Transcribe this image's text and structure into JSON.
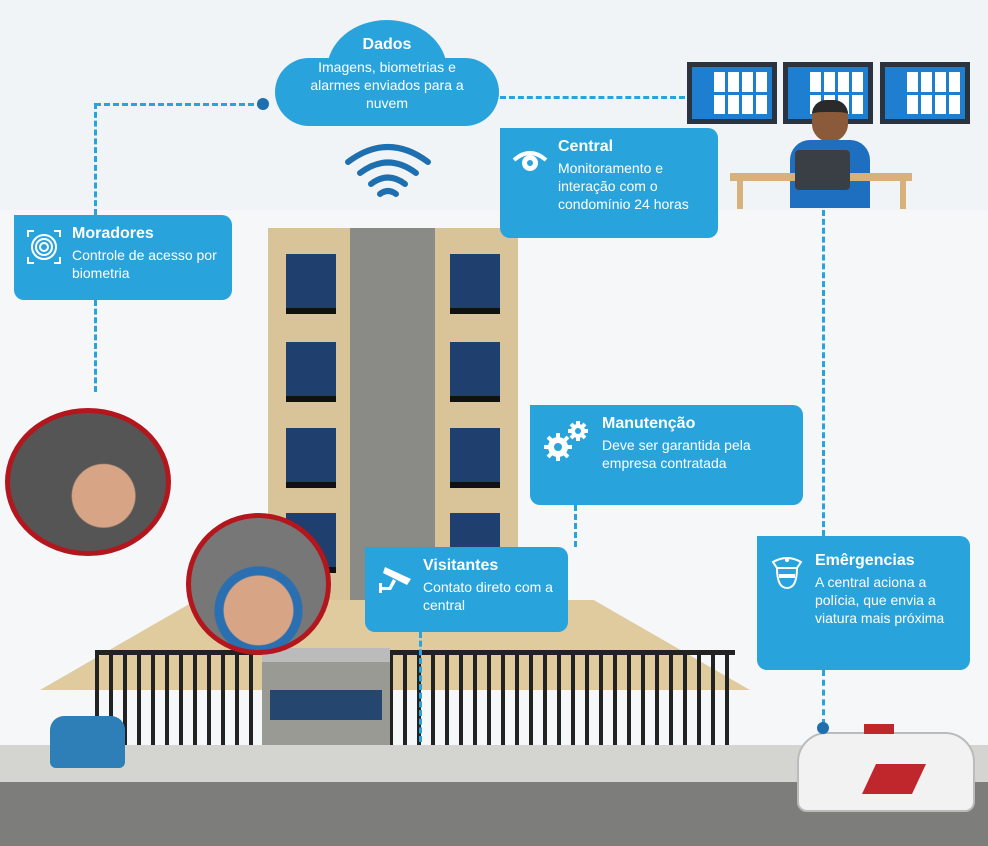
{
  "colors": {
    "accent": "#29a3dc",
    "dark_blue": "#1d6fb0"
  },
  "cloud": {
    "title": "Dados",
    "text": "Imagens, biometrias e alarmes enviados para a nuvem",
    "icon": "cloud-icon"
  },
  "central": {
    "title": "Central",
    "text": "Monitoramento e interação com o condomínio 24 horas",
    "icon": "eye-icon"
  },
  "moradores": {
    "title": "Moradores",
    "text": "Controle de acesso por biometria",
    "icon": "fingerprint-icon"
  },
  "manutencao": {
    "title": "Manutenção",
    "text": "Deve ser garantida pela empresa contratada",
    "icon": "gears-icon"
  },
  "visitantes": {
    "title": "Visitantes",
    "text": "Contato direto com a central",
    "icon": "security-camera-icon"
  },
  "emergencias": {
    "title": "Emêrgencias",
    "text": "A central aciona a polícia, que envia a viatura mais próxima",
    "icon": "police-officer-icon"
  }
}
